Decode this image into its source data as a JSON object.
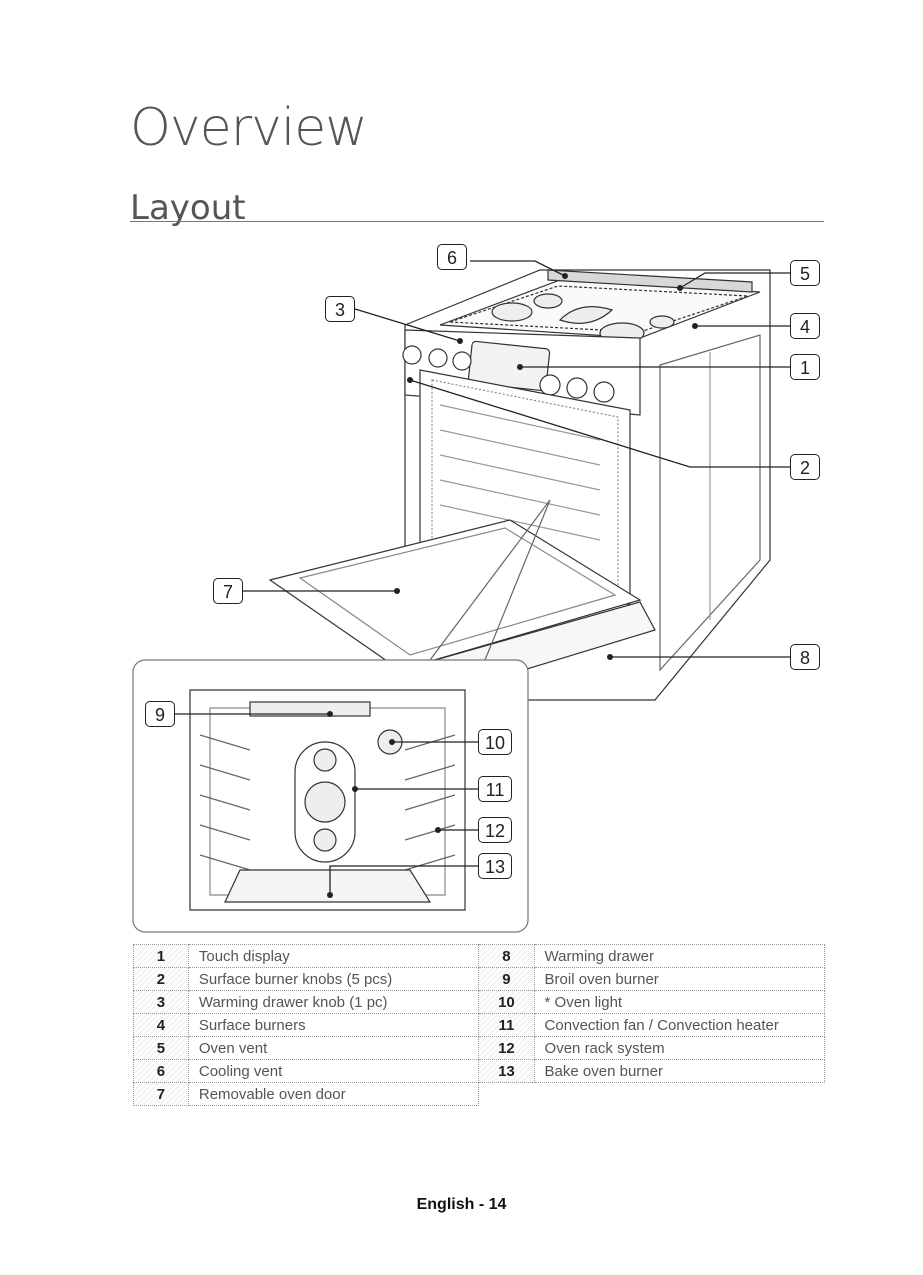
{
  "page": {
    "title": "Overview",
    "section": "Layout",
    "footer": "English - 14"
  },
  "callouts": [
    "1",
    "2",
    "3",
    "4",
    "5",
    "6",
    "7",
    "8",
    "9",
    "10",
    "11",
    "12",
    "13"
  ],
  "legend": {
    "left": [
      {
        "num": "1",
        "label": "Touch display"
      },
      {
        "num": "2",
        "label": "Surface burner knobs (5 pcs)"
      },
      {
        "num": "3",
        "label": "Warming drawer knob (1 pc)"
      },
      {
        "num": "4",
        "label": "Surface burners"
      },
      {
        "num": "5",
        "label": "Oven vent"
      },
      {
        "num": "6",
        "label": "Cooling vent"
      },
      {
        "num": "7",
        "label": "Removable oven door"
      }
    ],
    "right": [
      {
        "num": "8",
        "label": "Warming drawer"
      },
      {
        "num": "9",
        "label": "Broil oven burner"
      },
      {
        "num": "10",
        "label": "* Oven light"
      },
      {
        "num": "11",
        "label": "Convection fan / Convection heater"
      },
      {
        "num": "12",
        "label": "Oven rack system"
      },
      {
        "num": "13",
        "label": "Bake oven burner"
      }
    ]
  }
}
